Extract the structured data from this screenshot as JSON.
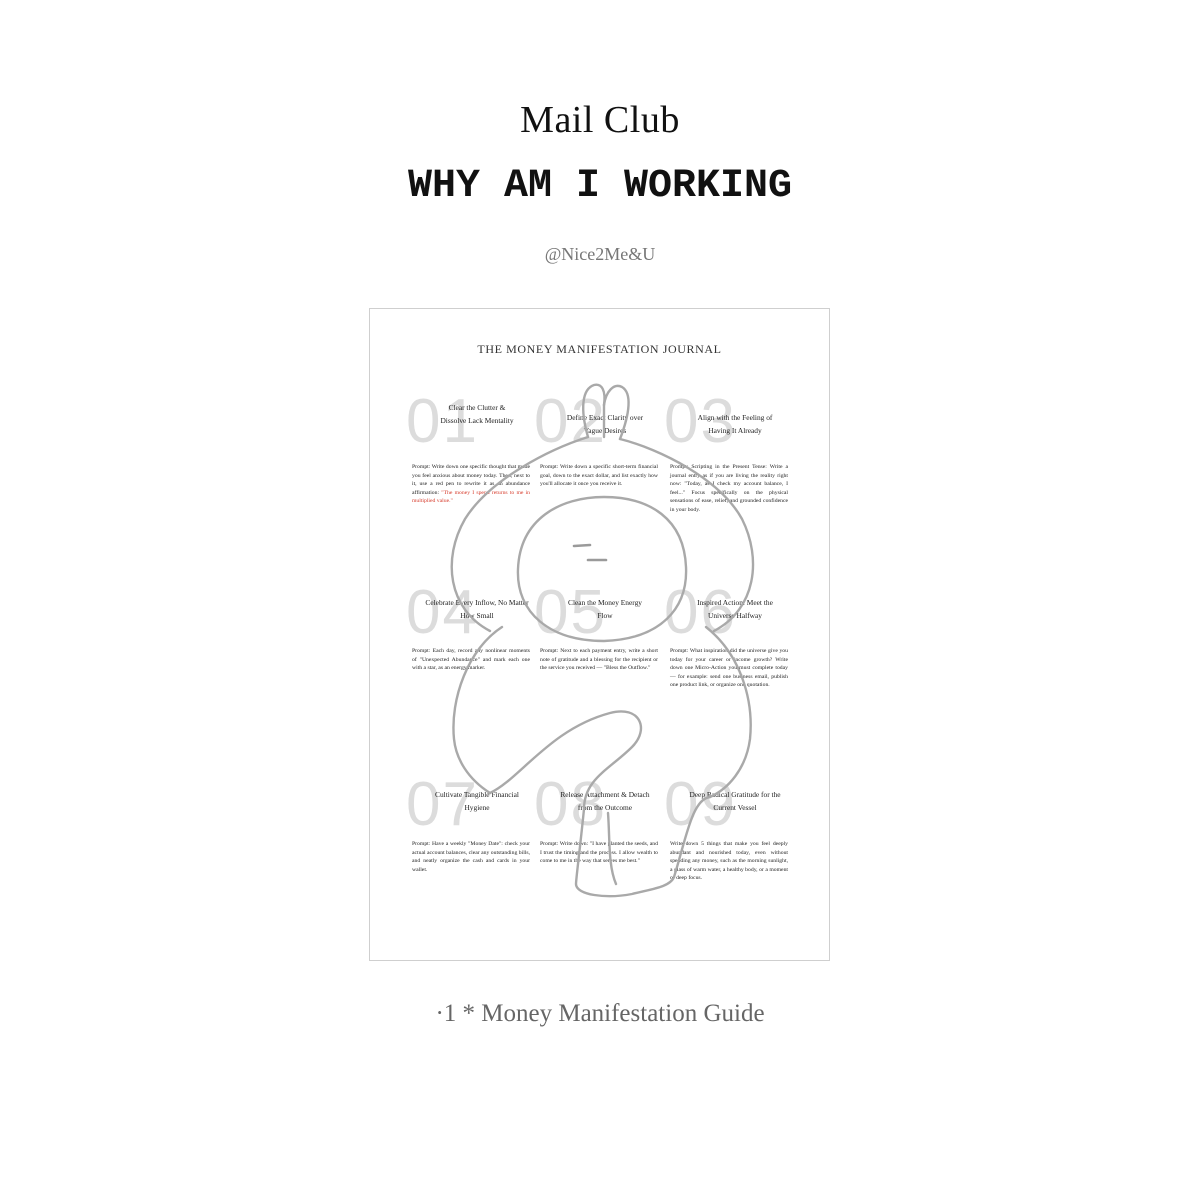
{
  "header": {
    "brand": "Mail Club",
    "headline": "WHY AM I WORKING",
    "handle": "@Nice2Me&U"
  },
  "journal": {
    "title": "THE MONEY MANIFESTATION JOURNAL",
    "steps": [
      {
        "number": "01",
        "title": "Clear the Clutter & Dissolve Lack Mentality",
        "prompt": "Prompt: Write down one specific thought that made you feel anxious about money today. Then, next to it, use a red pen to rewrite it as an abundance affirmation:",
        "accent": "\"The money I spend returns to me in multiplied value.\""
      },
      {
        "number": "02",
        "title": "Define Exact Clarity over Vague Desires",
        "prompt": "Prompt: Write down a specific short-term financial goal, down to the exact dollar, and list exactly how you'll allocate it once you receive it.",
        "accent": ""
      },
      {
        "number": "03",
        "title": "Align with the Feeling of Having It Already",
        "prompt": "Prompt: Scripting in the Present Tense: Write a journal entry as if you are living the reality right now: \"Today, as I check my account balance, I feel...\" Focus specifically on the physical sensations of ease, relief, and grounded confidence in your body.",
        "accent": ""
      },
      {
        "number": "04",
        "title": "Celebrate Every Inflow, No Matter How Small",
        "prompt": "Prompt: Each day, record any nonlinear moments of \"Unexpected Abundance\" and mark each one with a star, as an energy marker.",
        "accent": ""
      },
      {
        "number": "05",
        "title": "Clean the Money Energy Flow",
        "prompt": "Prompt: Next to each payment entry, write a short note of gratitude and a blessing for the recipient or the service you received — \"Bless the Outflow.\"",
        "accent": ""
      },
      {
        "number": "06",
        "title": "Inspired Action: Meet the Universe Halfway",
        "prompt": "Prompt: What inspiration did the universe give you today for your career or income growth? Write down one Micro-Action you must complete today — for example: send one business email, publish one product link, or organize one quotation.",
        "accent": ""
      },
      {
        "number": "07",
        "title": "Cultivate Tangible Financial Hygiene",
        "prompt": "Prompt: Have a weekly \"Money Date\": check your actual account balances, clear any outstanding bills, and neatly organize the cash and cards in your wallet.",
        "accent": ""
      },
      {
        "number": "08",
        "title": "Release Attachment & Detach from the Outcome",
        "prompt": "Prompt: Write down: \"I have planted the seeds, and I trust the timing and the process. I allow wealth to come to me in the way that serves me best.\"",
        "accent": ""
      },
      {
        "number": "09",
        "title": "Deep Radical Gratitude for the Current Vessel",
        "prompt": "Write down 5 things that make you feel deeply abundant and nourished today, even without spending any money, such as the morning sunlight, a glass of warm water, a healthy body, or a moment of deep focus.",
        "accent": ""
      }
    ]
  },
  "footer": {
    "guide": "·1 * Money Manifestation Guide"
  }
}
